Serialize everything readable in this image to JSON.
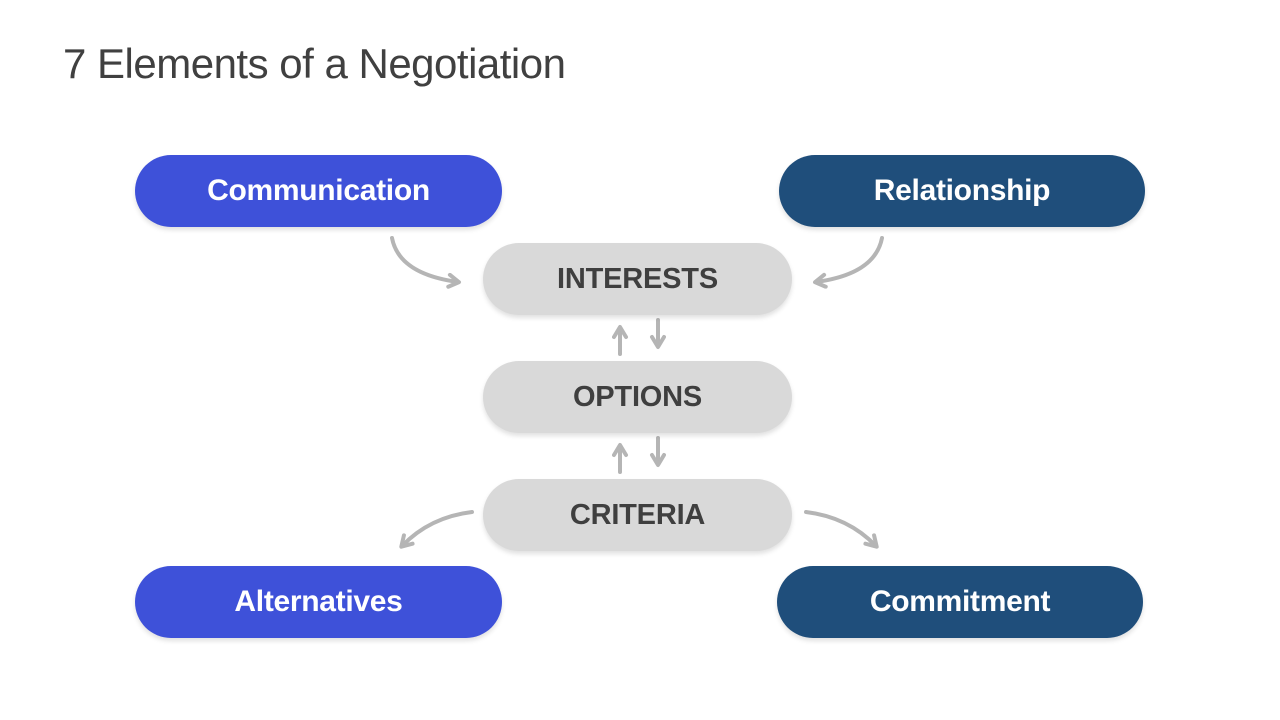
{
  "title": "7 Elements of a Negotiation",
  "colors": {
    "blue": "#3E51D9",
    "navy": "#1F4E7B",
    "gray": "#D9D9D9",
    "arrow": "#B5B5B5",
    "pill-text-light": "#FFFFFF",
    "pill-text-dark": "#3F3F3F",
    "title-text": "#404040"
  },
  "nodes": {
    "communication": {
      "label": "Communication",
      "color_role": "blue"
    },
    "relationship": {
      "label": "Relationship",
      "color_role": "navy"
    },
    "interests": {
      "label": "INTERESTS",
      "color_role": "gray"
    },
    "options": {
      "label": "OPTIONS",
      "color_role": "gray"
    },
    "criteria": {
      "label": "CRITERIA",
      "color_role": "gray"
    },
    "alternatives": {
      "label": "Alternatives",
      "color_role": "blue"
    },
    "commitment": {
      "label": "Commitment",
      "color_role": "navy"
    }
  },
  "connections": [
    {
      "from": "communication",
      "to": "interests",
      "style": "curved"
    },
    {
      "from": "relationship",
      "to": "interests",
      "style": "curved"
    },
    {
      "from": "interests",
      "to": "options",
      "style": "straight",
      "bidirectional": true
    },
    {
      "from": "options",
      "to": "criteria",
      "style": "straight",
      "bidirectional": true
    },
    {
      "from": "criteria",
      "to": "alternatives",
      "style": "curved"
    },
    {
      "from": "criteria",
      "to": "commitment",
      "style": "curved"
    }
  ]
}
